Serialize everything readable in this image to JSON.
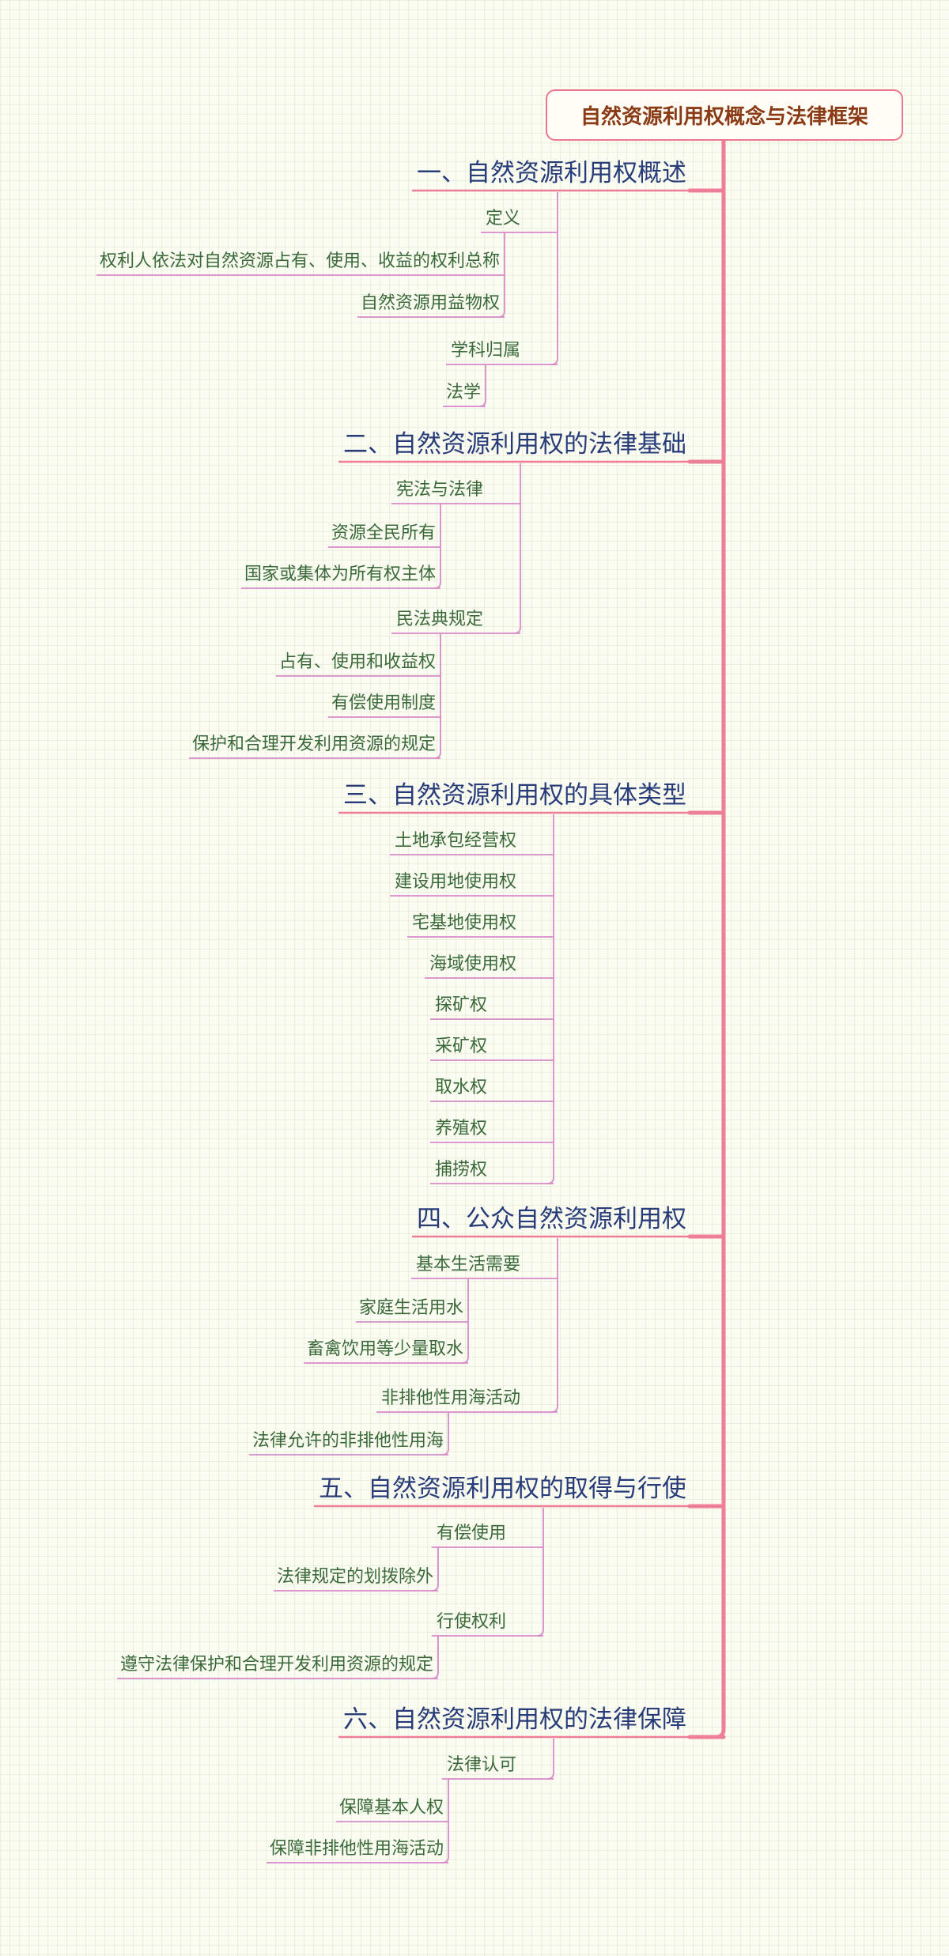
{
  "root": {
    "title": "自然资源利用权概念与法律框架"
  },
  "colors": {
    "background": "#fbfcf2",
    "branch": "#ef7f99",
    "connector": "#d98bc9",
    "l1_text": "#283c7a",
    "leaf_text": "#3a6a3a",
    "root_text": "#8a3a14"
  },
  "sections": [
    {
      "title": "一、自然资源利用权概述",
      "children": [
        {
          "label": "定义",
          "children": [
            "权利人依法对自然资源占有、使用、收益的权利总称",
            "自然资源用益物权"
          ]
        },
        {
          "label": "学科归属",
          "children": [
            "法学"
          ]
        }
      ]
    },
    {
      "title": "二、自然资源利用权的法律基础",
      "children": [
        {
          "label": "宪法与法律",
          "children": [
            "资源全民所有",
            "国家或集体为所有权主体"
          ]
        },
        {
          "label": "民法典规定",
          "children": [
            "占有、使用和收益权",
            "有偿使用制度",
            "保护和合理开发利用资源的规定"
          ]
        }
      ]
    },
    {
      "title": "三、自然资源利用权的具体类型",
      "children": [
        {
          "label": "土地承包经营权",
          "children": []
        },
        {
          "label": "建设用地使用权",
          "children": []
        },
        {
          "label": "宅基地使用权",
          "children": []
        },
        {
          "label": "海域使用权",
          "children": []
        },
        {
          "label": "探矿权",
          "children": []
        },
        {
          "label": "采矿权",
          "children": []
        },
        {
          "label": "取水权",
          "children": []
        },
        {
          "label": "养殖权",
          "children": []
        },
        {
          "label": "捕捞权",
          "children": []
        }
      ]
    },
    {
      "title": "四、公众自然资源利用权",
      "children": [
        {
          "label": "基本生活需要",
          "children": [
            "家庭生活用水",
            "畜禽饮用等少量取水"
          ]
        },
        {
          "label": "非排他性用海活动",
          "children": [
            "法律允许的非排他性用海"
          ]
        }
      ]
    },
    {
      "title": "五、自然资源利用权的取得与行使",
      "children": [
        {
          "label": "有偿使用",
          "children": [
            "法律规定的划拨除外"
          ]
        },
        {
          "label": "行使权利",
          "children": [
            "遵守法律保护和合理开发利用资源的规定"
          ]
        }
      ]
    },
    {
      "title": "六、自然资源利用权的法律保障",
      "children": [
        {
          "label": "法律认可",
          "children": [
            "保障基本人权",
            "保障非排他性用海活动"
          ]
        }
      ]
    }
  ]
}
